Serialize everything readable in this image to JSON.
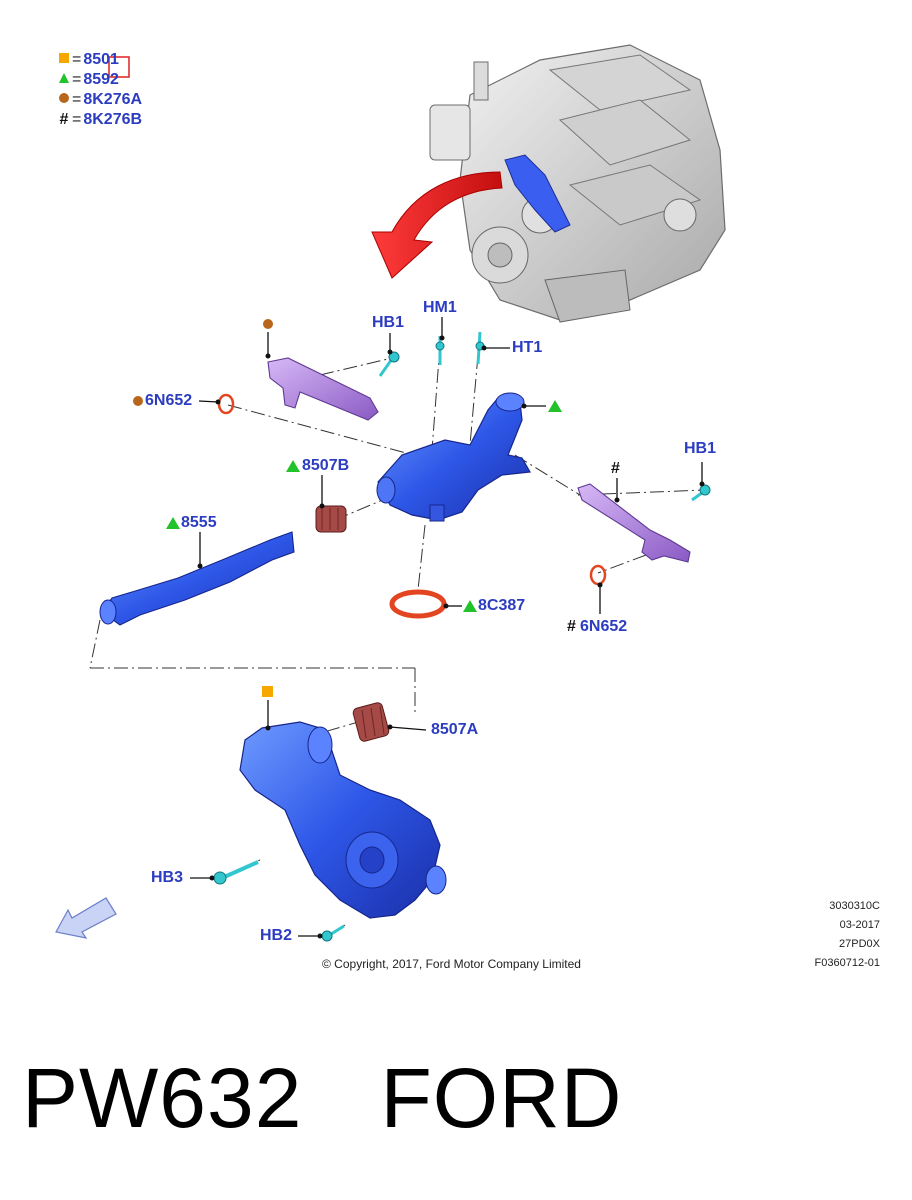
{
  "legend": [
    {
      "symbol": "square",
      "color": "#f6a800",
      "code": "8501"
    },
    {
      "symbol": "triangle",
      "color": "#22c22a",
      "code": "8592"
    },
    {
      "symbol": "circle",
      "color": "#b8661b",
      "code": "8K276A"
    },
    {
      "symbol": "hash",
      "color": "#111111",
      "code": "8K276B"
    }
  ],
  "callouts": {
    "hb1_top": "HB1",
    "hm1": "HM1",
    "ht1": "HT1",
    "n6n652_left": "6N652",
    "b8507b": "8507B",
    "n8555": "8555",
    "hb1_right": "HB1",
    "n8c387": "8C387",
    "n6n652_right": "6N652",
    "a8507a": "8507A",
    "hb3": "HB3",
    "hb2": "HB2"
  },
  "hash_symbol": "#",
  "meta": {
    "line1": "3030310C",
    "line2": "03-2017",
    "line3": "27PD0X",
    "line4": "F0360712-01"
  },
  "copyright": "© Copyright, 2017, Ford Motor Company Limited",
  "footer": {
    "part_number": "PW632",
    "brand": "FORD"
  },
  "colors": {
    "label_blue": "#2c3dbf",
    "part_blue": "#2e57e8",
    "purple": "#a77ad8",
    "cyan": "#32c6cf",
    "red_arrow": "#ec1c1c",
    "gasket": "#e2451f",
    "bellows": "#a54a47"
  }
}
